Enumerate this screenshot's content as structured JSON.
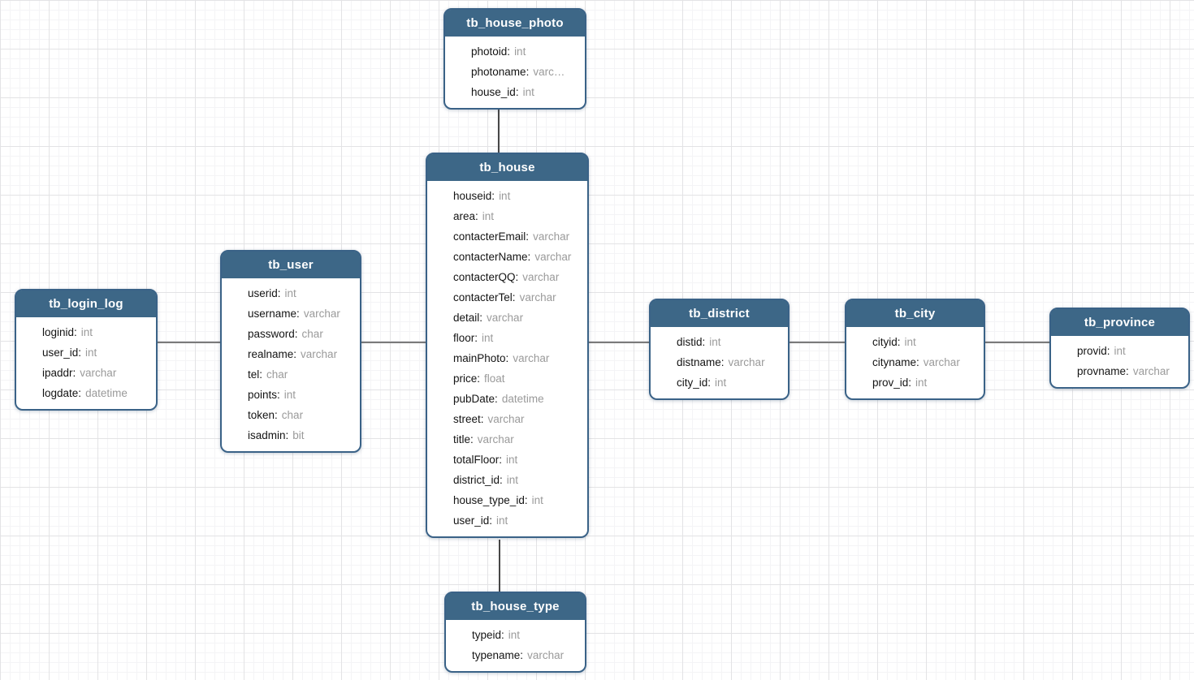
{
  "theme": {
    "header_bg": "#3d6787",
    "border_color": "#3a6287",
    "header_text": "#ffffff",
    "field_name_color": "#141414",
    "field_type_color": "#9a9a9a",
    "grid_minor_color": "#f4f4f6",
    "grid_major_color": "#e3e3e5",
    "connector_h_color": "#7b7b7b",
    "connector_v_color": "#474747"
  },
  "tables": [
    {
      "title": "tb_house_photo",
      "fields": [
        {
          "name": "photoid",
          "type": "int"
        },
        {
          "name": "photoname",
          "type": "varc…"
        },
        {
          "name": "house_id",
          "type": "int"
        }
      ]
    },
    {
      "title": "tb_house",
      "fields": [
        {
          "name": "houseid",
          "type": "int"
        },
        {
          "name": "area",
          "type": "int"
        },
        {
          "name": "contacterEmail",
          "type": "varchar"
        },
        {
          "name": "contacterName",
          "type": "varchar"
        },
        {
          "name": "contacterQQ",
          "type": "varchar"
        },
        {
          "name": "contacterTel",
          "type": "varchar"
        },
        {
          "name": "detail",
          "type": "varchar"
        },
        {
          "name": "floor",
          "type": "int"
        },
        {
          "name": "mainPhoto",
          "type": "varchar"
        },
        {
          "name": "price",
          "type": "float"
        },
        {
          "name": "pubDate",
          "type": "datetime"
        },
        {
          "name": "street",
          "type": "varchar"
        },
        {
          "name": "title",
          "type": "varchar"
        },
        {
          "name": "totalFloor",
          "type": "int"
        },
        {
          "name": "district_id",
          "type": "int"
        },
        {
          "name": "house_type_id",
          "type": "int"
        },
        {
          "name": "user_id",
          "type": "int"
        }
      ]
    },
    {
      "title": "tb_user",
      "fields": [
        {
          "name": "userid",
          "type": "int"
        },
        {
          "name": "username",
          "type": "varchar"
        },
        {
          "name": "password",
          "type": "char"
        },
        {
          "name": "realname",
          "type": "varchar"
        },
        {
          "name": "tel",
          "type": "char"
        },
        {
          "name": "points",
          "type": "int"
        },
        {
          "name": "token",
          "type": "char"
        },
        {
          "name": "isadmin",
          "type": "bit"
        }
      ]
    },
    {
      "title": "tb_login_log",
      "fields": [
        {
          "name": "loginid",
          "type": "int"
        },
        {
          "name": "user_id",
          "type": "int"
        },
        {
          "name": "ipaddr",
          "type": "varchar"
        },
        {
          "name": "logdate",
          "type": "datetime"
        }
      ]
    },
    {
      "title": "tb_district",
      "fields": [
        {
          "name": "distid",
          "type": "int"
        },
        {
          "name": "distname",
          "type": "varchar"
        },
        {
          "name": "city_id",
          "type": "int"
        }
      ]
    },
    {
      "title": "tb_city",
      "fields": [
        {
          "name": "cityid",
          "type": "int"
        },
        {
          "name": "cityname",
          "type": "varchar"
        },
        {
          "name": "prov_id",
          "type": "int"
        }
      ]
    },
    {
      "title": "tb_province",
      "fields": [
        {
          "name": "provid",
          "type": "int"
        },
        {
          "name": "provname",
          "type": "varchar"
        }
      ]
    },
    {
      "title": "tb_house_type",
      "fields": [
        {
          "name": "typeid",
          "type": "int"
        },
        {
          "name": "typename",
          "type": "varchar"
        }
      ]
    }
  ]
}
